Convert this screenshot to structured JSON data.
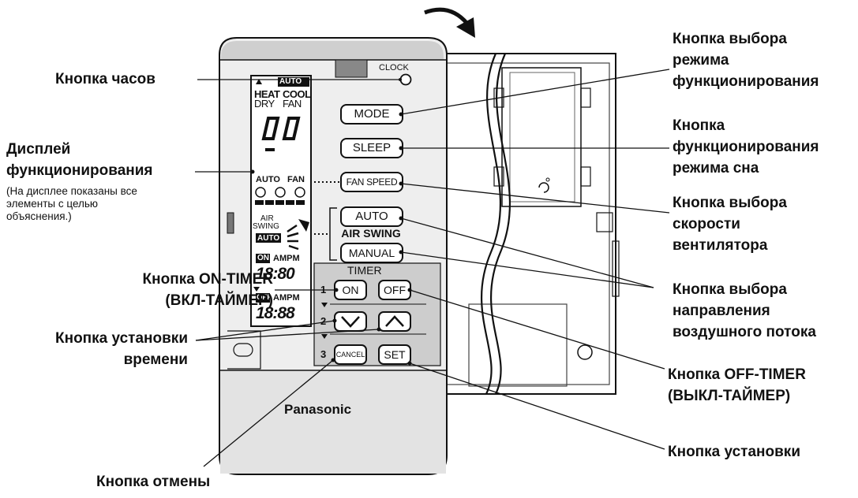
{
  "brand": "Panasonic",
  "remote": {
    "clock_label": "CLOCK",
    "buttons": {
      "mode": "MODE",
      "sleep": "SLEEP",
      "fan_speed": "FAN SPEED",
      "auto": "AUTO",
      "air_swing": "AIR SWING",
      "manual": "MANUAL",
      "timer": "TIMER",
      "on": "ON",
      "off": "OFF",
      "cancel": "CANCEL",
      "set": "SET"
    },
    "steps": [
      "1",
      "2",
      "3"
    ],
    "display": {
      "auto_badge": "AUTO",
      "heat": "HEAT",
      "cool": "COOL",
      "dry": "DRY",
      "fan": "FAN",
      "temp": "88",
      "fan_row_auto": "AUTO",
      "fan_row_fan": "FAN",
      "air": "AIR",
      "swing": "SWING",
      "swing_auto": "AUTO",
      "on_badge": "ON",
      "off_badge": "OFF",
      "ampm": "AMPM",
      "on_time": "18:80",
      "off_time": "18:88"
    }
  },
  "labels": {
    "clock_button": "Кнопка часов",
    "display_title": [
      "Дисплей",
      "функционирования"
    ],
    "display_note": [
      "(На дисплее показаны все",
      "элементы с целью",
      "объяснения.)"
    ],
    "on_timer": [
      "Кнопка ON-TIMER",
      "(ВКЛ-ТАЙМЕР)"
    ],
    "time_set": [
      "Кнопка установки",
      "времени"
    ],
    "cancel": "Кнопка отмены",
    "mode": [
      "Кнопка выбора",
      "режима",
      "функционирования"
    ],
    "sleep": [
      "Кнопка",
      "функционирования",
      "режима сна"
    ],
    "fan_speed": [
      "Кнопка выбора",
      "скорости",
      "вентилятора"
    ],
    "air_direction": [
      "Кнопка выбора",
      "направления",
      "воздушного потока"
    ],
    "off_timer": [
      "Кнопка OFF-TIMER",
      "(ВЫКЛ-ТАЙМЕР)"
    ],
    "set": "Кнопка установки"
  }
}
